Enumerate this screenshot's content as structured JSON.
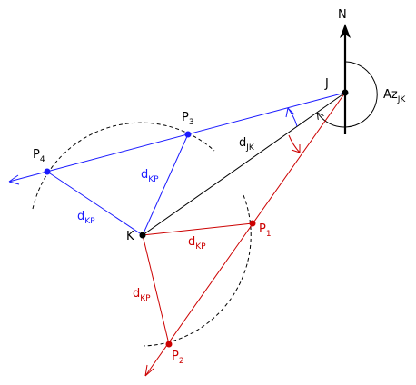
{
  "colors": {
    "black": "#000000",
    "blue": "#1a1aff",
    "red": "#cc0000"
  },
  "labels": {
    "north": "N",
    "j": "J",
    "k": "K",
    "az_main": "Az",
    "az_sub": "JK",
    "djk_main": "d",
    "djk_sub": "JK",
    "dkp_main": "d",
    "dkp_sub": "KP",
    "p1_main": "P",
    "p1_sub": "1",
    "p2_main": "P",
    "p2_sub": "2",
    "p3_main": "P",
    "p3_sub": "3",
    "p4_main": "P",
    "p4_sub": "4"
  }
}
